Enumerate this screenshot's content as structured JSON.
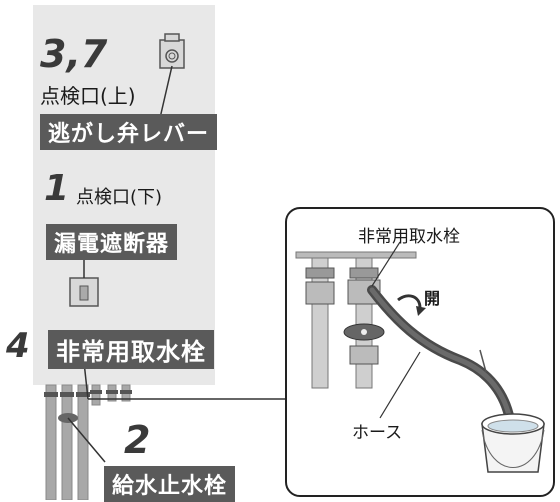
{
  "callouts": {
    "top": {
      "number": "3,7",
      "inspection": "点検口(上)",
      "part": "逃がし弁レバー"
    },
    "middle": {
      "number": "1",
      "inspection": "点検口(下)",
      "part": "漏電遮断器"
    },
    "emergency": {
      "number": "4",
      "part": "非常用取水栓"
    },
    "supply": {
      "number": "2",
      "part": "給水止水栓"
    }
  },
  "inset": {
    "title": "非常用取水栓",
    "open_label": "開",
    "hose_label": "ホース"
  },
  "colors": {
    "unit_body": "#e8e8e8",
    "label_bg": "#5a5a5a",
    "pipe": "#a8a8a8",
    "hose": "#4a4a4a"
  }
}
